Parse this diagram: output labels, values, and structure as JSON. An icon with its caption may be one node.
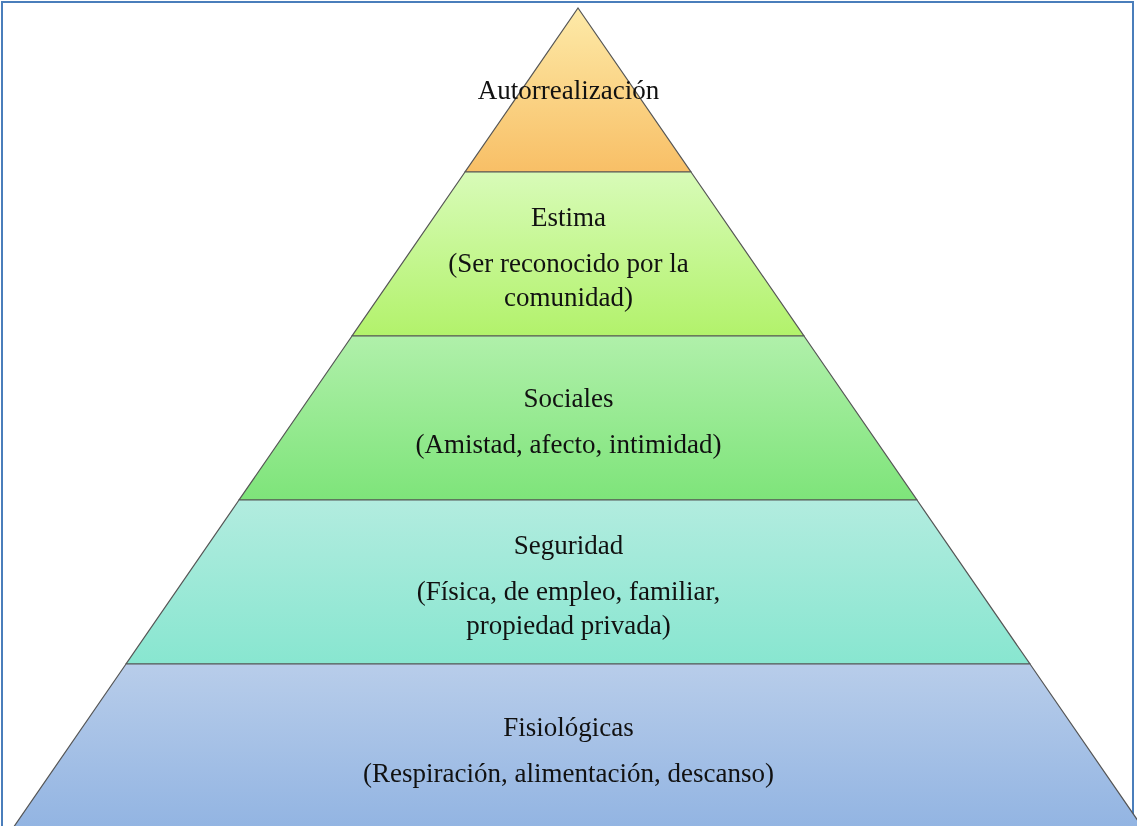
{
  "diagram": {
    "nodes": [
      {
        "text": [
          "Autorrealización"
        ]
      },
      {
        "text": [
          "Estima",
          "(Ser reconocido por la comunidad)"
        ]
      },
      {
        "text": [
          "Sociales",
          "(Amistad, afecto, intimidad)"
        ]
      },
      {
        "text": [
          "Seguridad",
          "(Física, de empleo, familiar, propiedad privada)"
        ]
      },
      {
        "text": [
          "Fisiológicas",
          "(Respiración, alimentación, descanso)"
        ]
      }
    ],
    "edges": []
  }
}
